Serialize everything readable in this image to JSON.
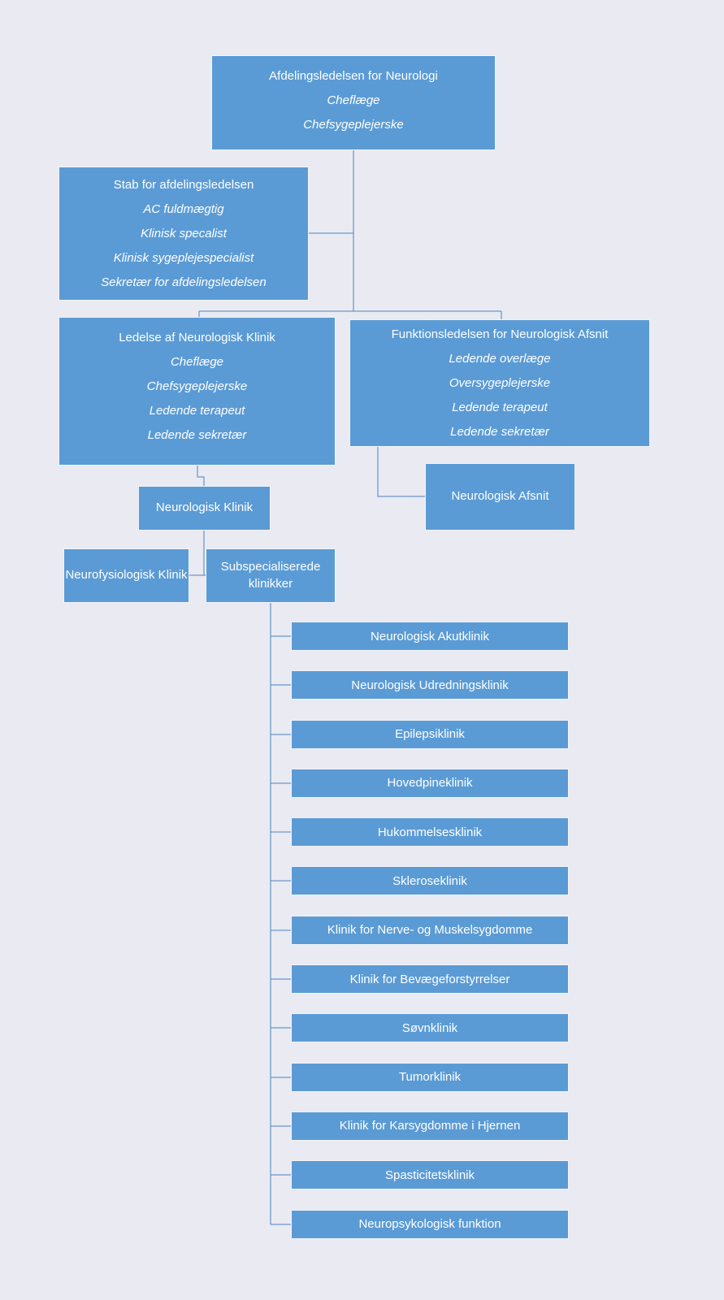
{
  "diagram": {
    "top": {
      "title": "Afdelingsledelsen for Neurologi",
      "roles": [
        "Cheflæge",
        "Chefsygeplejerske"
      ]
    },
    "staff": {
      "title": "Stab for afdelingsledelsen",
      "roles": [
        "AC fuldmægtig",
        "Klinisk specalist",
        "Klinisk sygeplejespecialist",
        "Sekretær for afdelingsledelsen"
      ]
    },
    "klinik_ledelse": {
      "title": "Ledelse af Neurologisk Klinik",
      "roles": [
        "Cheflæge",
        "Chefsygeplejerske",
        "Ledende terapeut",
        "Ledende sekretær"
      ]
    },
    "afsnit_ledelse": {
      "title": "Funktionsledelsen for Neurologisk Afsnit",
      "roles": [
        "Ledende overlæge",
        "Oversygeplejerske",
        "Ledende terapeut",
        "Ledende sekretær"
      ]
    },
    "neurologisk_klinik": {
      "title": "Neurologisk Klinik"
    },
    "neurologisk_afsnit": {
      "title": "Neurologisk Afsnit"
    },
    "neurofysiologisk_klinik": {
      "title": "Neurofysiologisk Klinik"
    },
    "subspecialiserede": {
      "title": "Subspecialiserede klinikker"
    },
    "clinics": [
      "Neurologisk Akutklinik",
      "Neurologisk Udredningsklinik",
      "Epilepsiklinik",
      "Hovedpineklinik",
      "Hukommelsesklinik",
      "Skleroseklinik",
      "Klinik for Nerve- og Muskelsygdomme",
      "Klinik for Bevægeforstyrrelser",
      "Søvnklinik",
      "Tumorklinik",
      "Klinik for Karsygdomme i Hjernen",
      "Spasticitetsklinik",
      "Neuropsykologisk funktion"
    ],
    "colors": {
      "box_fill": "#5b9bd5",
      "line": "#4f81bd",
      "background": "#e9eaf2",
      "text": "#ffffff"
    }
  }
}
